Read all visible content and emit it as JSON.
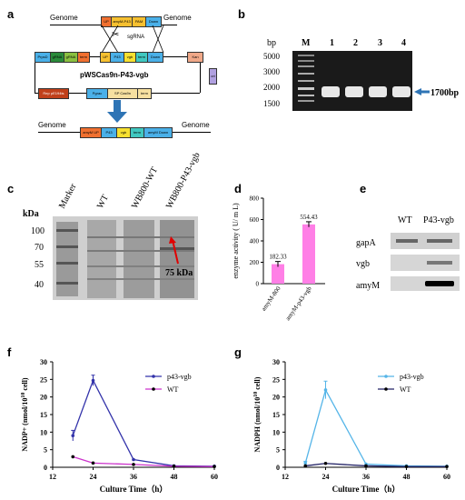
{
  "panels": {
    "a": {
      "letter": "a",
      "genome_left": "Genome",
      "genome_right": "Genome",
      "sgrna": "sgRNA",
      "plasmid_name": "pWSCas9n-P43-vgb",
      "top_boxes": [
        "UP",
        "amyM-P43",
        "PAM",
        "Down"
      ],
      "plasmid_boxes": [
        "PrpsD",
        "gRNA",
        "gRNA",
        "term",
        "UP",
        "P43",
        "vgb",
        "term",
        "Down",
        "Kan"
      ],
      "ori": "ori",
      "lower_boxes": [
        "Rep pE194ts",
        "Pgrac",
        "SP Cas9n",
        "term"
      ],
      "result_genome_left": "Genome",
      "result_genome_right": "Genome",
      "result_boxes": [
        "amyM UP",
        "P43",
        "vgb",
        "term",
        "amyM Down"
      ]
    },
    "b": {
      "letter": "b",
      "bp_label": "bp",
      "lanes": [
        "M",
        "1",
        "2",
        "3",
        "4"
      ],
      "markers": [
        "5000",
        "3000",
        "2000",
        "1500"
      ],
      "band_label": "1700bp"
    },
    "c": {
      "letter": "c",
      "kda_label": "kDa",
      "lanes": [
        "Marker",
        "WT",
        "WB800-WT",
        "WB800-P43-vgb"
      ],
      "markers": [
        "100",
        "70",
        "55",
        "40"
      ],
      "band_label": "75 kDa"
    },
    "d": {
      "letter": "d"
    },
    "e": {
      "letter": "e",
      "columns": [
        "WT",
        "P43-vgb"
      ],
      "rows": [
        "gapA",
        "vgb",
        "amyM"
      ]
    },
    "f": {
      "letter": "f"
    },
    "g": {
      "letter": "g"
    }
  },
  "colors": {
    "pink": "#ff7fe6",
    "dark_blue": "#3333aa",
    "light_blue": "#55b5e8",
    "magenta": "#cc33cc",
    "navy": "#222266",
    "arrow_blue": "#2e74b5"
  },
  "chart_data": [
    {
      "type": "bar",
      "ylabel": "enzyme activity ( U/ m L)",
      "categories": [
        "amyM-800",
        "amyM-p43-vgb"
      ],
      "values": [
        182.33,
        554.43
      ],
      "value_labels": [
        "182.33",
        "554.43"
      ],
      "errors": [
        25,
        25
      ],
      "ylim": [
        0,
        800
      ],
      "yticks": [
        "0",
        "200",
        "400",
        "600",
        "800"
      ]
    },
    {
      "type": "line",
      "xlabel": "Culture Time（h）",
      "ylabel": "NADP+ (nmol/10",
      "ylabel_sup": "10",
      "ylabel_end": " cell)",
      "xlim": [
        12,
        60
      ],
      "ylim": [
        0,
        30
      ],
      "xticks": [
        "12",
        "24",
        "36",
        "48",
        "60"
      ],
      "yticks": [
        "0",
        "5",
        "10",
        "15",
        "20",
        "25",
        "30"
      ],
      "legend_position": "top-right",
      "series": [
        {
          "name": "p43-vgb",
          "x": [
            18,
            24,
            36,
            48,
            60
          ],
          "y": [
            9,
            24.7,
            2.2,
            0.4,
            0.3
          ],
          "err": [
            1.5,
            1.5,
            0,
            0,
            0
          ]
        },
        {
          "name": "WT",
          "x": [
            18,
            24,
            36,
            48,
            60
          ],
          "y": [
            3,
            1.2,
            0.8,
            0.3,
            0.2
          ],
          "err": [
            0,
            0,
            0,
            0,
            0
          ]
        }
      ]
    },
    {
      "type": "line",
      "xlabel": "Culture Time（h）",
      "ylabel": "NADPH (nmol/10",
      "ylabel_sup": "10",
      "ylabel_end": " cell)",
      "xlim": [
        12,
        60
      ],
      "ylim": [
        0,
        30
      ],
      "xticks": [
        "12",
        "24",
        "36",
        "48",
        "60"
      ],
      "yticks": [
        "0",
        "5",
        "10",
        "15",
        "20",
        "25",
        "30"
      ],
      "legend_position": "top-right",
      "series": [
        {
          "name": "p43-vgb",
          "x": [
            18,
            24,
            36,
            48,
            60
          ],
          "y": [
            1.2,
            22,
            0.9,
            0.4,
            0.3
          ],
          "err": [
            0.5,
            2.5,
            0,
            0,
            0
          ]
        },
        {
          "name": "WT",
          "x": [
            18,
            24,
            36,
            48,
            60
          ],
          "y": [
            0.4,
            1.1,
            0.4,
            0.2,
            0.2
          ],
          "err": [
            0,
            0,
            0,
            0,
            0
          ]
        }
      ]
    }
  ]
}
